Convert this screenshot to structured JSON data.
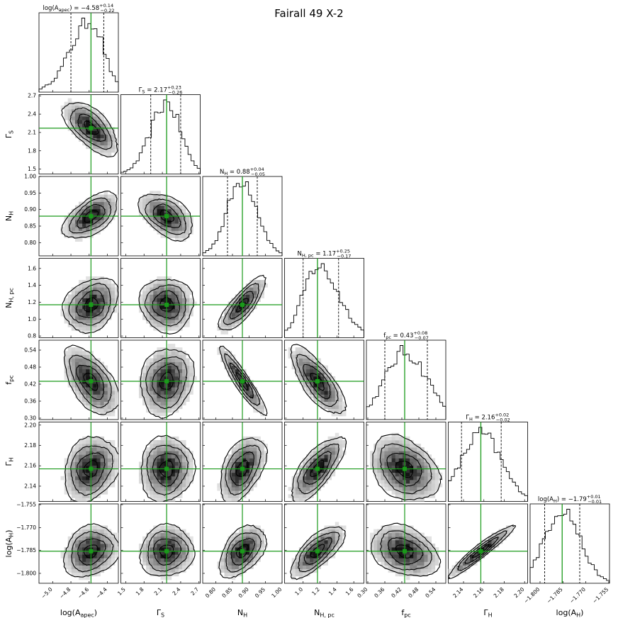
{
  "figure": {
    "title": "Fairall 49 X-2"
  },
  "chart_data": {
    "type": "corner",
    "colors": {
      "truth": "#1a9a1a",
      "hist": "#000000",
      "density": "#000000"
    },
    "params": [
      {
        "label": "log(A_apec)",
        "label_base": "log(A",
        "label_sub": "apec",
        "label_end": ")",
        "title_text": "log(A_apec) = −4.58 +0.14 −0.22",
        "title_main": "log(A",
        "title_sub": "apec",
        "title_rest": ") = −4.58",
        "title_plus": "+0.14",
        "title_minus": "−0.22",
        "median": -4.58,
        "q_low": -4.8,
        "q_high": -4.44,
        "sigma": 0.15,
        "range": [
          -5.15,
          -4.28
        ],
        "ticks": [
          -5.0,
          -4.8,
          -4.6,
          -4.4
        ],
        "ticklabels": [
          "−5.0",
          "−4.8",
          "−4.6",
          "−4.4"
        ]
      },
      {
        "label": "Γ_S",
        "label_base": "Γ",
        "label_sub": "S",
        "label_end": "",
        "title_text": "Γ_S = 2.17 +0.23 −0.26",
        "title_main": "Γ",
        "title_sub": "S",
        "title_rest": " = 2.17",
        "title_plus": "+0.23",
        "title_minus": "−0.26",
        "median": 2.17,
        "q_low": 1.91,
        "q_high": 2.4,
        "sigma": 0.22,
        "range": [
          1.42,
          2.72
        ],
        "ticks": [
          1.5,
          1.8,
          2.1,
          2.4,
          2.7
        ],
        "ticklabels": [
          "1.5",
          "1.8",
          "2.1",
          "2.4",
          "2.7"
        ]
      },
      {
        "label": "N_H",
        "label_base": "N",
        "label_sub": "H",
        "label_end": "",
        "title_text": "N_H = 0.88 +0.04 −0.05",
        "title_main": "N",
        "title_sub": "H",
        "title_rest": " = 0.88",
        "title_plus": "+0.04",
        "title_minus": "−0.05",
        "median": 0.88,
        "q_low": 0.835,
        "q_high": 0.925,
        "sigma": 0.035,
        "range": [
          0.76,
          1.0
        ],
        "ticks": [
          0.8,
          0.85,
          0.9,
          0.95,
          1.0
        ],
        "ticklabels": [
          "0.80",
          "0.85",
          "0.90",
          "0.95",
          "1.00"
        ]
      },
      {
        "label": "N_H,pc",
        "label_base": "N",
        "label_sub": "H, pc",
        "label_end": "",
        "title_text": "N_H,pc = 1.17 +0.25 −0.17",
        "title_main": "N",
        "title_sub": "H, pc",
        "title_rest": " = 1.17",
        "title_plus": "+0.25",
        "title_minus": "−0.17",
        "median": 1.17,
        "q_low": 1.0,
        "q_high": 1.42,
        "sigma": 0.16,
        "range": [
          0.78,
          1.72
        ],
        "ticks": [
          1.0,
          1.2,
          1.4,
          1.6
        ],
        "ticklabels": [
          "1.0",
          "1.2",
          "1.4",
          "1.6"
        ],
        "yticks": [
          0.8,
          1.0,
          1.2,
          1.4,
          1.6
        ],
        "yticklabels": [
          "0.8",
          "1.0",
          "1.2",
          "1.4",
          "1.6"
        ]
      },
      {
        "label": "f_pc",
        "label_base": "f",
        "label_sub": "pc",
        "label_end": "",
        "title_text": "f_pc = 0.43 +0.08 −0.07",
        "title_main": "f",
        "title_sub": "pc",
        "title_rest": " = 0.43",
        "title_plus": "+0.08",
        "title_minus": "−0.07",
        "median": 0.43,
        "q_low": 0.36,
        "q_high": 0.51,
        "sigma": 0.06,
        "range": [
          0.295,
          0.575
        ],
        "ticks": [
          0.3,
          0.36,
          0.42,
          0.48,
          0.54
        ],
        "ticklabels": [
          "0.30",
          "0.36",
          "0.42",
          "0.48",
          "0.54"
        ]
      },
      {
        "label": "Γ_H",
        "label_base": "Γ",
        "label_sub": "H",
        "label_end": "",
        "title_text": "Γ_H = 2.16 +0.02 −0.02",
        "title_main": "Γ",
        "title_sub": "H",
        "title_rest": " = 2.16",
        "title_plus": "+0.02",
        "title_minus": "−0.02",
        "median": 2.157,
        "q_low": 2.138,
        "q_high": 2.177,
        "sigma": 0.016,
        "range": [
          2.125,
          2.203
        ],
        "ticks": [
          2.14,
          2.16,
          2.18,
          2.2
        ],
        "ticklabels": [
          "2.14",
          "2.16",
          "2.18",
          "2.20"
        ]
      },
      {
        "label": "log(A_H)",
        "label_base": "log(A",
        "label_sub": "H",
        "label_end": ")",
        "title_text": "log(A_H) = −1.79 +0.01 −0.01",
        "title_main": "log(A",
        "title_sub": "H",
        "title_rest": ") = −1.79",
        "title_plus": "+0.01",
        "title_minus": "−0.01",
        "median": -1.7855,
        "q_low": -1.797,
        "q_high": -1.774,
        "sigma": 0.0085,
        "range": [
          -1.8065,
          -1.7545
        ],
        "ticks": [
          -1.8,
          -1.785,
          -1.77,
          -1.755
        ],
        "ticklabels": [
          "−1.800",
          "−1.785",
          "−1.770",
          "−1.755"
        ]
      }
    ],
    "correlations": [
      [
        0,
        1,
        -0.62
      ],
      [
        0,
        2,
        0.55
      ],
      [
        0,
        3,
        0.25
      ],
      [
        0,
        4,
        -0.55
      ],
      [
        0,
        5,
        0.2
      ],
      [
        0,
        6,
        0.2
      ],
      [
        1,
        2,
        -0.45
      ],
      [
        1,
        3,
        -0.05
      ],
      [
        1,
        4,
        0.15
      ],
      [
        1,
        5,
        0.05
      ],
      [
        1,
        6,
        0.05
      ],
      [
        2,
        3,
        0.8
      ],
      [
        2,
        4,
        -0.92
      ],
      [
        2,
        5,
        0.45
      ],
      [
        2,
        6,
        0.45
      ],
      [
        3,
        4,
        -0.75
      ],
      [
        3,
        5,
        0.72
      ],
      [
        3,
        6,
        0.72
      ],
      [
        4,
        5,
        -0.3
      ],
      [
        4,
        6,
        -0.3
      ],
      [
        5,
        6,
        0.95
      ]
    ],
    "contour_levels_sigma": [
      0.5,
      1.0,
      1.5,
      2.0
    ],
    "quantiles": [
      0.16,
      0.5,
      0.84
    ],
    "grid": false
  }
}
